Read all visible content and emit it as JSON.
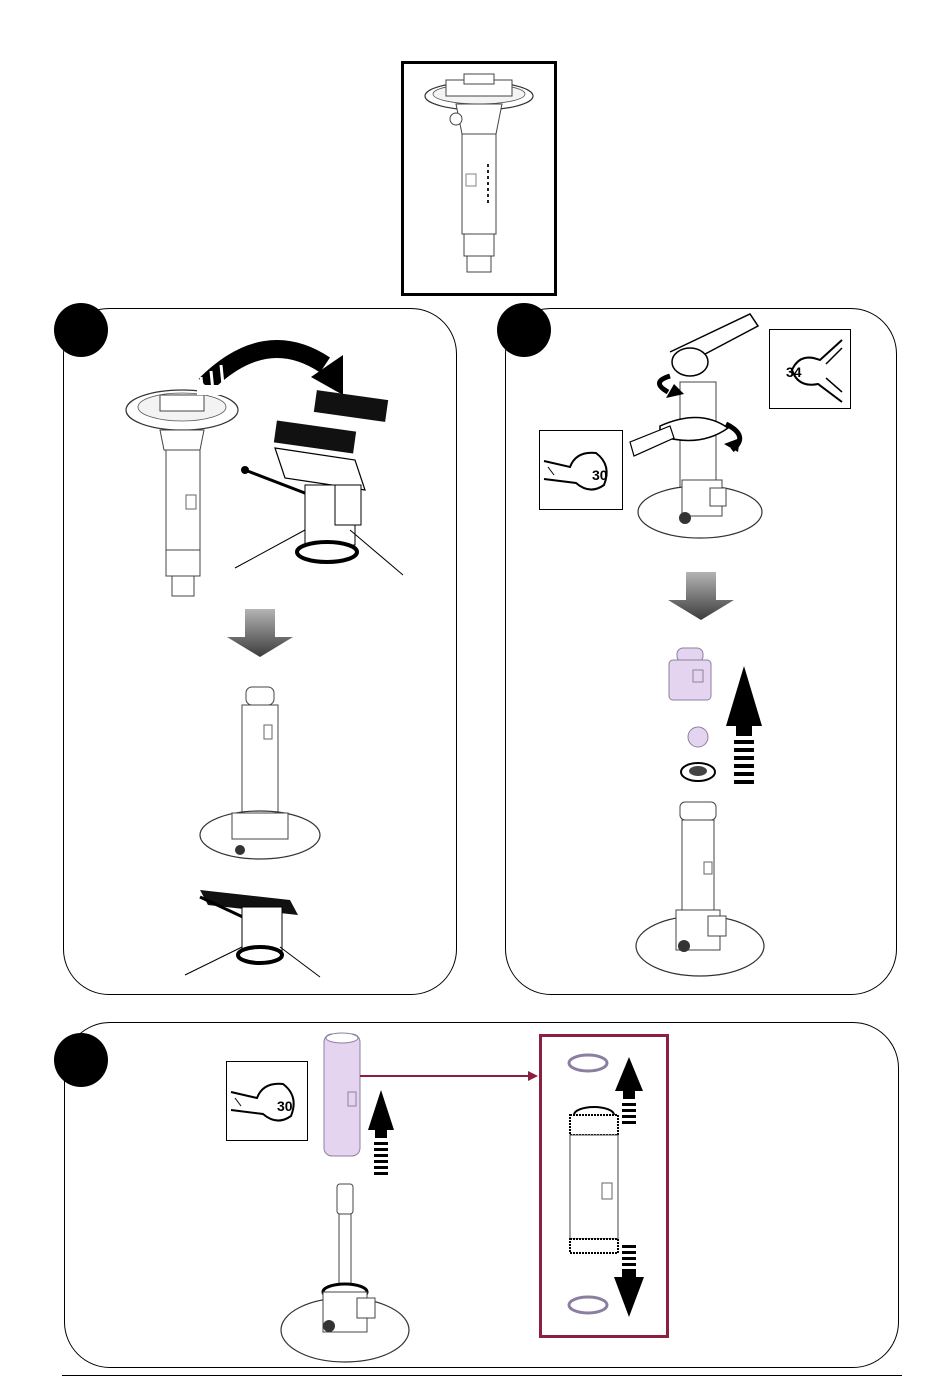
{
  "document": {
    "type": "assembly-instruction-sheet",
    "header_image": {
      "icon": "pump-column-assembly-icon"
    },
    "steps": [
      {
        "id": "step-a",
        "icons": [
          "curved-arrow-icon",
          "pump-column-icon",
          "bench-vise-icon",
          "down-arrow-icon",
          "column-in-vise-icon"
        ]
      },
      {
        "id": "step-b",
        "wrenches": [
          {
            "size": "34",
            "icon": "open-end-wrench-icon"
          },
          {
            "size": "30",
            "icon": "open-end-wrench-icon"
          }
        ],
        "icons": [
          "rotation-arrow-icon",
          "down-arrow-icon",
          "cap-icon",
          "ball-icon",
          "valve-seat-icon",
          "up-arrow-icon",
          "column-on-base-icon"
        ]
      },
      {
        "id": "step-c",
        "wrenches": [
          {
            "size": "30",
            "icon": "open-end-wrench-icon"
          }
        ],
        "icons": [
          "sleeve-icon",
          "up-arrow-icon",
          "rod-on-base-icon",
          "detail-box-icon",
          "o-ring-icon",
          "down-arrow-icon"
        ]
      }
    ],
    "colors": {
      "ink": "#000000",
      "part_highlight": "#e4d4ef",
      "part_outline": "#8b7fa0",
      "detail_frame": "#8a1f3f",
      "gradient_top": "#b4b4b4",
      "gradient_bottom": "#3c3c3c"
    }
  }
}
